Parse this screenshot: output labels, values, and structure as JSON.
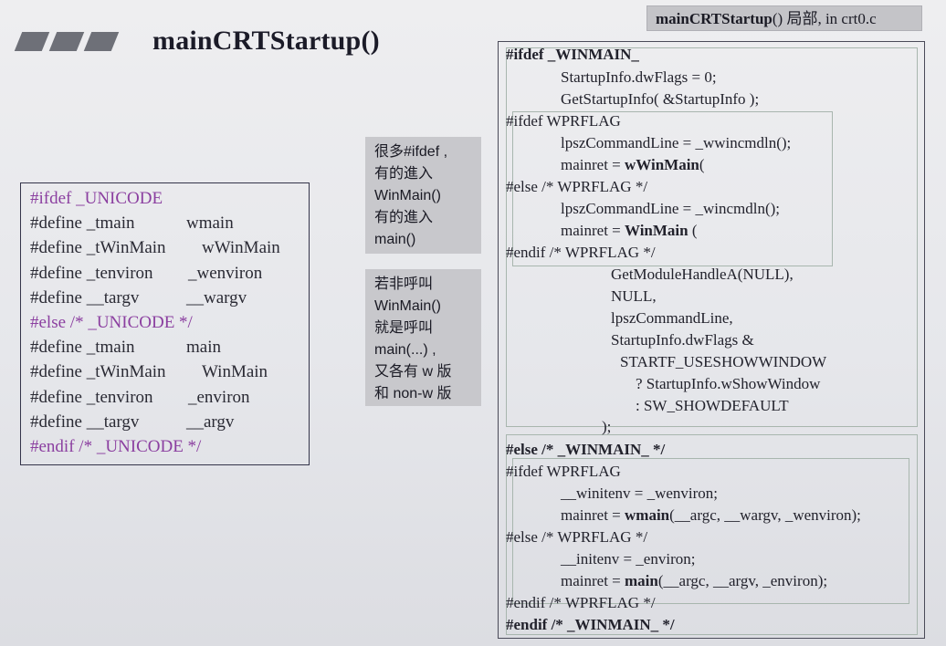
{
  "tag": {
    "func": "mainCRTStartup",
    "rest": "() 局部, in crt0.c"
  },
  "title": "mainCRTStartup()",
  "left_box": [
    {
      "c1": "#ifdef _UNICODE",
      "c2": "",
      "purple": true
    },
    {
      "c1": "#define _tmain",
      "c2": "wmain",
      "purple": false
    },
    {
      "c1": "#define _tWinMain",
      "c2": "wWinMain",
      "purple": false
    },
    {
      "c1": "#define _tenviron",
      "c2": "_wenviron",
      "purple": false
    },
    {
      "c1": "#define __targv",
      "c2": "__wargv",
      "purple": false
    },
    {
      "c1": "#else  /* _UNICODE */",
      "c2": "",
      "purple": true
    },
    {
      "c1": "#define _tmain",
      "c2": "main",
      "purple": false
    },
    {
      "c1": "#define _tWinMain",
      "c2": "WinMain",
      "purple": false
    },
    {
      "c1": "#define _tenviron",
      "c2": "_environ",
      "purple": false
    },
    {
      "c1": "#define __targv",
      "c2": "__argv",
      "purple": false
    },
    {
      "c1": "#endif  /* _UNICODE */",
      "c2": "",
      "purple": true
    }
  ],
  "note1": [
    "很多#ifdef ,",
    "有的進入",
    "WinMain()",
    "有的進入",
    "main()"
  ],
  "note2": [
    "若非呼叫",
    "WinMain()",
    "就是呼叫",
    "main(...) ,",
    "又各有 w 版",
    "和 non-w 版"
  ],
  "code": {
    "l01": "#ifdef _WINMAIN_",
    "l02": "StartupInfo.dwFlags = 0;",
    "l03": "GetStartupInfo( &StartupInfo );",
    "l04": "#ifdef WPRFLAG",
    "l05": "lpszCommandLine = _wwincmdln();",
    "l06a": "mainret = ",
    "l06b": "wWinMain",
    "l06c": "(",
    "l07": "#else  /* WPRFLAG */",
    "l08": "lpszCommandLine = _wincmdln();",
    "l09a": "mainret = ",
    "l09b": "WinMain",
    "l09c": " (",
    "l10": "#endif  /* WPRFLAG */",
    "l11": "GetModuleHandleA(NULL),",
    "l12": "NULL,",
    "l13": "lpszCommandLine,",
    "l14": "StartupInfo.dwFlags &",
    "l15": "STARTF_USESHOWWINDOW",
    "l16": "? StartupInfo.wShowWindow",
    "l17": ": SW_SHOWDEFAULT",
    "l18": ");",
    "l19": "#else  /* _WINMAIN_ */",
    "l20": "#ifdef WPRFLAG",
    "l21": "__winitenv = _wenviron;",
    "l22a": "mainret = ",
    "l22b": "wmain",
    "l22c": "(__argc, __wargv, _wenviron);",
    "l23": "#else  /* WPRFLAG */",
    "l24": "__initenv = _environ;",
    "l25a": "mainret = ",
    "l25b": "main",
    "l25c": "(__argc, __argv, _environ);",
    "l26": "#endif  /* WPRFLAG */",
    "l27": "#endif  /* _WINMAIN_ */"
  }
}
